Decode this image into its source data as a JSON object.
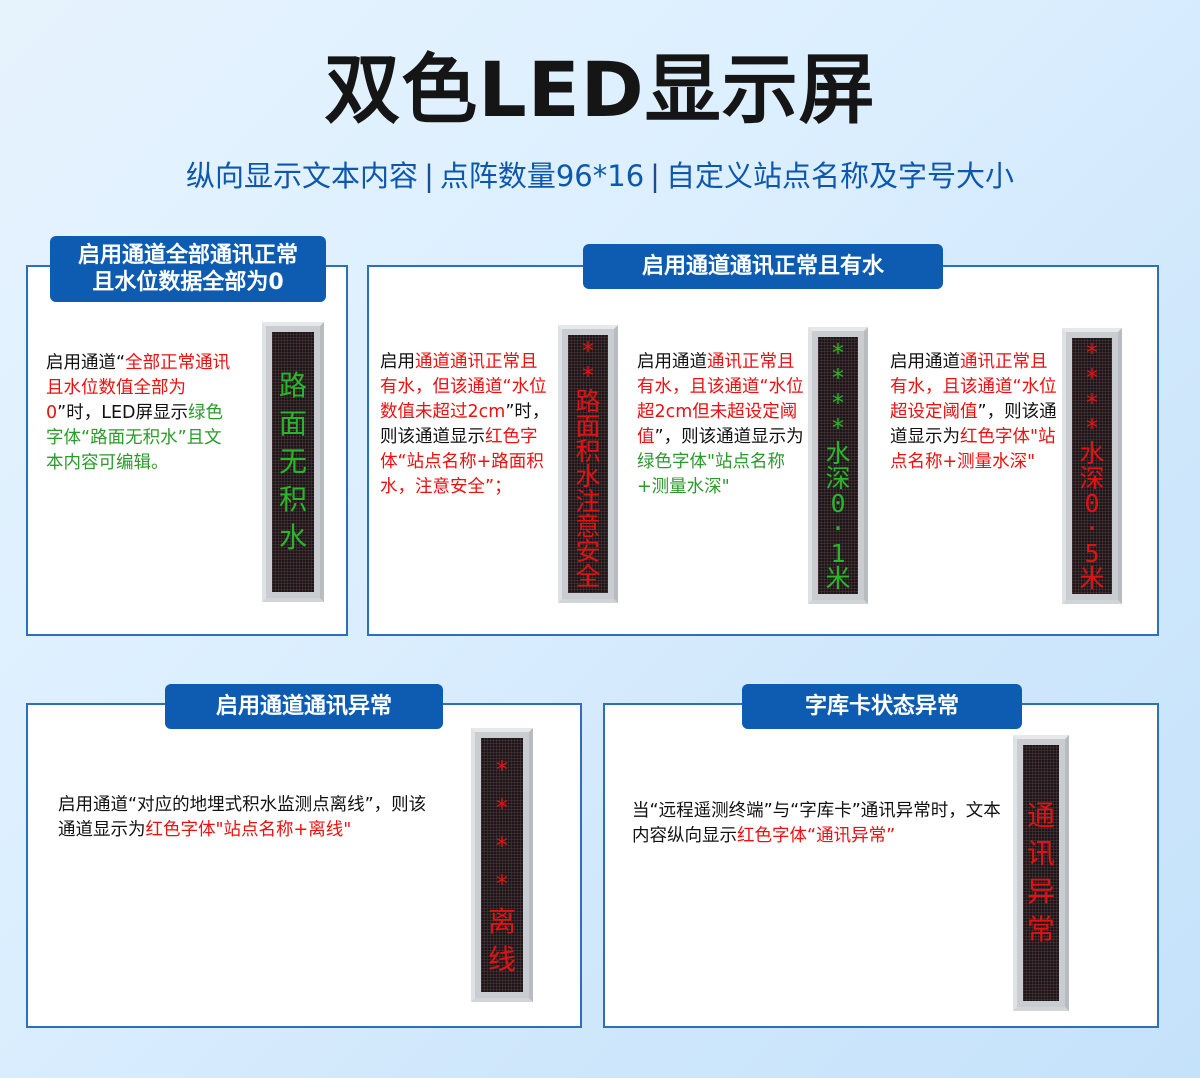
{
  "header": {
    "title": "双色LED显示屏",
    "subtitle_parts": [
      "纵向显示文本内容",
      "点阵数量96*16",
      "自定义站点名称及字号大小"
    ],
    "separator": "|"
  },
  "colors": {
    "badge_bg": "#0e5cb2",
    "card_border": "#2f6fb7",
    "subtitle": "#0e57ad",
    "text_red": "#ee0f0f",
    "text_green": "#2b9a2b",
    "led_green": "#29b629",
    "led_red": "#e31212"
  },
  "cards": [
    {
      "badge": "启用通道全部通讯正常\n且水位数据全部为0",
      "badge_line1": "启用通道全部通讯正常",
      "badge_line2": "且水位数据全部为0",
      "desc": [
        {
          "t": "启用通道“",
          "c": "black"
        },
        {
          "t": "全部正常通讯且水位数值全部为0",
          "c": "red"
        },
        {
          "t": "”时，LED屏显示",
          "c": "black"
        },
        {
          "t": "绿色字体“路面无积水”且文本内容可编辑。",
          "c": "green"
        }
      ],
      "led": {
        "color": "green",
        "chars": [
          "路",
          "面",
          "无",
          "积",
          "水"
        ]
      }
    },
    {
      "badge": "启用通道通讯正常且有水",
      "items": [
        {
          "desc": [
            {
              "t": "启用",
              "c": "black"
            },
            {
              "t": "通道通讯正常且有水，但该通道“水位数值未超过2cm",
              "c": "red"
            },
            {
              "t": "”时，则该通道显示",
              "c": "black"
            },
            {
              "t": "红色字体“站点名称+路面积水，注意安全”；",
              "c": "red"
            }
          ],
          "led": {
            "color": "red",
            "chars": [
              "*",
              "*",
              "路",
              "面",
              "积",
              "水",
              "注",
              "意",
              "安",
              "全"
            ]
          }
        },
        {
          "desc": [
            {
              "t": "启用通道",
              "c": "black"
            },
            {
              "t": "通讯正常且有水，且该通道“水位超2cm但未超设定阈值",
              "c": "red"
            },
            {
              "t": "”，则该通道显示为",
              "c": "black"
            },
            {
              "t": "绿色字体\"站点名称+测量水深\"",
              "c": "green"
            }
          ],
          "led": {
            "color": "green",
            "chars": [
              "*",
              "*",
              "*",
              "*",
              "水",
              "深",
              "0",
              "·",
              "1",
              "米"
            ]
          }
        },
        {
          "desc": [
            {
              "t": "启用通道",
              "c": "black"
            },
            {
              "t": "通讯正常且有水，且该通道“水位超设定阈值",
              "c": "red"
            },
            {
              "t": "”，则该通道显示为",
              "c": "black"
            },
            {
              "t": "红色字体\"站点名称+测量水深\"",
              "c": "red"
            }
          ],
          "led": {
            "color": "red",
            "chars": [
              "*",
              "*",
              "*",
              "*",
              "水",
              "深",
              "0",
              "·",
              "5",
              "米"
            ]
          }
        }
      ]
    },
    {
      "badge": "启用通道通讯异常",
      "desc": [
        {
          "t": "启用通道“对应的地埋式积水监测点离线”，则该通道显示为",
          "c": "black"
        },
        {
          "t": "红色字体\"站点名称+离线\"",
          "c": "red"
        }
      ],
      "led": {
        "color": "red",
        "chars": [
          "*",
          "*",
          "*",
          "*",
          "离",
          "线"
        ]
      }
    },
    {
      "badge": "字库卡状态异常",
      "desc": [
        {
          "t": "当“远程遥测终端”与“字库卡”通讯异常时，文本内容纵向显示",
          "c": "black"
        },
        {
          "t": "红色字体“通讯异常”",
          "c": "red"
        }
      ],
      "led": {
        "color": "red",
        "chars": [
          "通",
          "讯",
          "异",
          "常"
        ]
      }
    }
  ]
}
